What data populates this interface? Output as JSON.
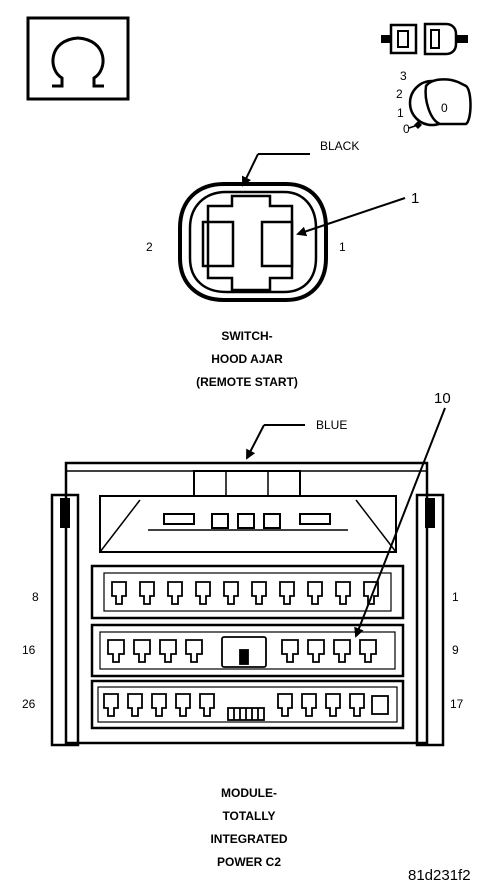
{
  "ohmmeter_icon": "ohm-symbol-icon",
  "connector_icon": "unplugged-connector-icon",
  "ignition_icon": "ignition-key-off-icon",
  "ignition": {
    "positions": [
      "3",
      "2",
      "1",
      "0"
    ],
    "key_label": "0"
  },
  "switch_connector": {
    "color_label": "BLACK",
    "callout": "1",
    "pin_left": "2",
    "pin_right": "1",
    "caption": [
      "SWITCH-",
      "HOOD AJAR",
      "(REMOTE START)"
    ]
  },
  "module_connector": {
    "color_label": "BLUE",
    "callout": "10",
    "row_labels": {
      "row1_left": "8",
      "row1_right": "1",
      "row2_left": "16",
      "row2_right": "9",
      "row3_left": "26",
      "row3_right": "17"
    },
    "caption": [
      "MODULE-",
      "TOTALLY",
      "INTEGRATED",
      "POWER C2"
    ]
  },
  "figure_code": "81d231f2"
}
